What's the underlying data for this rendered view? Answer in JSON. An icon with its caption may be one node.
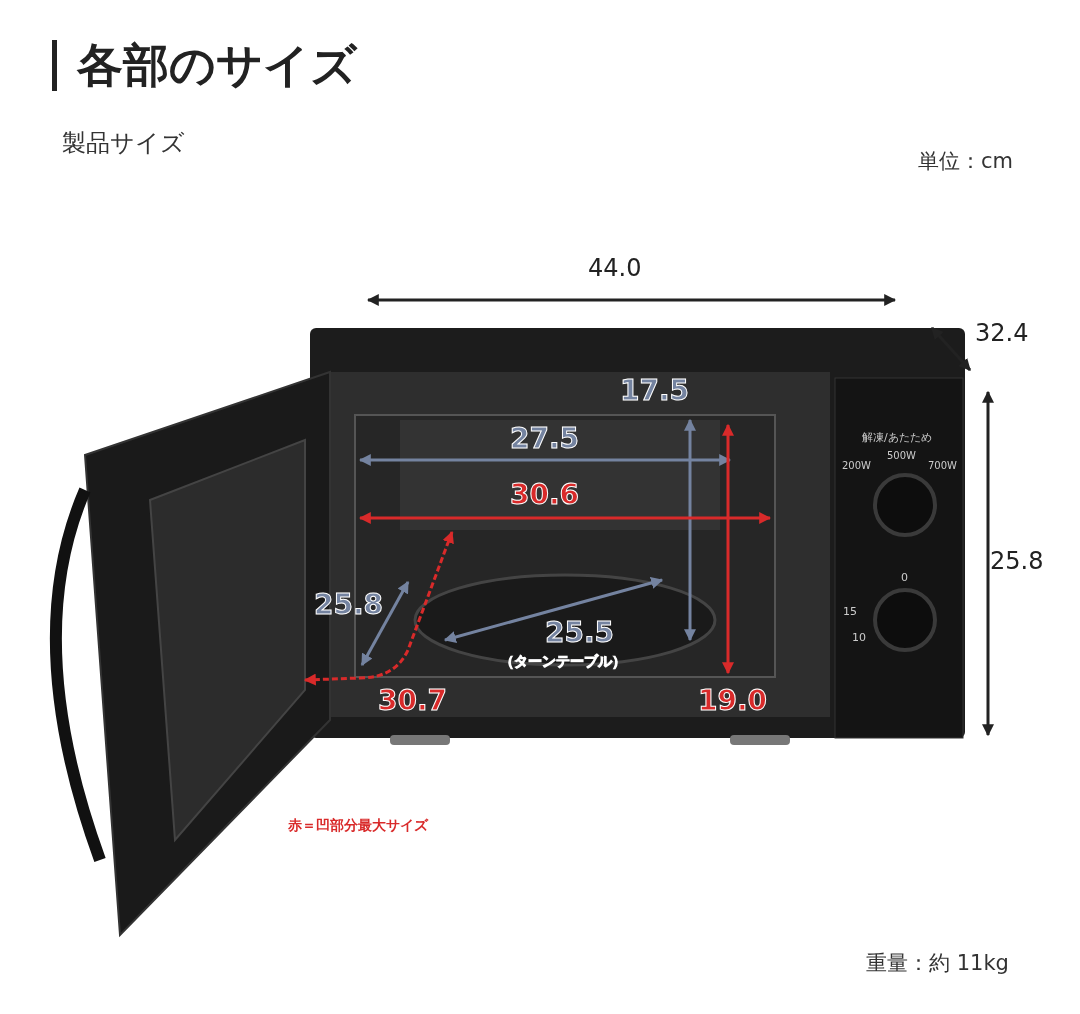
{
  "diagram": {
    "title": "各部のサイズ",
    "labels": [
      "製品サイズ",
      "単位：cm",
      "44.0",
      "32.4",
      "25.8",
      "17.5",
      "27.5",
      "30.6",
      "25.8",
      "25.5",
      "（ターンテーブル）",
      "30.7",
      "19.0",
      "赤＝凹部分最大サイズ",
      "重量：約 11kg",
      "解凍/あたため",
      "200W",
      "500W",
      "700W",
      "0",
      "15",
      "10"
    ]
  }
}
